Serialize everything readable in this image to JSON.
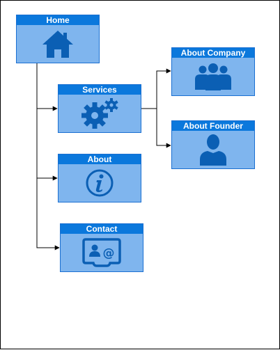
{
  "nodes": {
    "home": {
      "label": "Home",
      "icon": "house-icon"
    },
    "services": {
      "label": "Services",
      "icon": "gears-icon"
    },
    "about": {
      "label": "About",
      "icon": "info-icon"
    },
    "contact": {
      "label": "Contact",
      "icon": "contact-card-icon"
    },
    "about_company": {
      "label": "About Company",
      "icon": "group-icon"
    },
    "about_founder": {
      "label": "About Founder",
      "icon": "person-icon"
    }
  },
  "edges": [
    {
      "from": "home",
      "to": "services"
    },
    {
      "from": "home",
      "to": "about"
    },
    {
      "from": "home",
      "to": "contact"
    },
    {
      "from": "services",
      "to": "about_company"
    },
    {
      "from": "services",
      "to": "about_founder"
    }
  ],
  "colors": {
    "header": "#0b78dc",
    "body": "#7fb5ee",
    "border": "#1a6fd1",
    "icon": "#0b5fb4",
    "connector": "#000000"
  }
}
